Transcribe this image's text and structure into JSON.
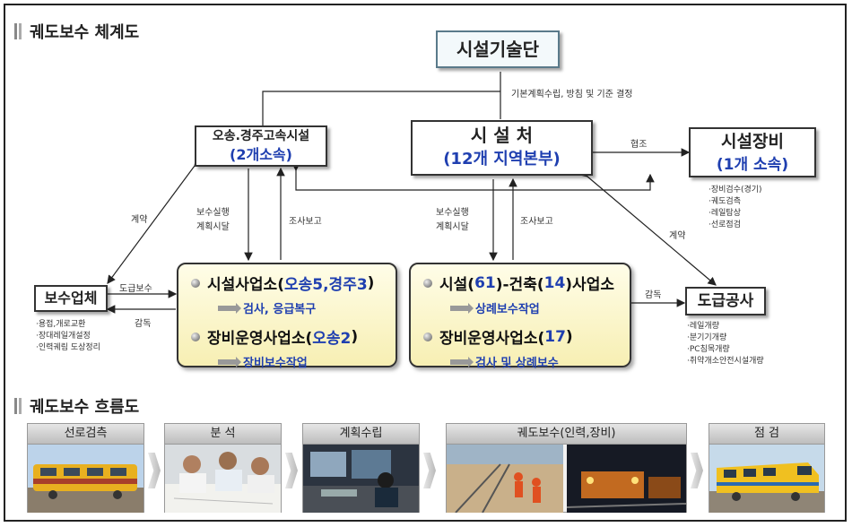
{
  "titles": {
    "system": "궤도보수 체계도",
    "flow": "궤도보수 흐름도"
  },
  "top": {
    "label": "시설기술단"
  },
  "labels": {
    "policy": "기본계획수립, 방침 및 기준 결정",
    "cooperation": "협조",
    "contract_left": "계약",
    "contract_right": "계약",
    "maint_plan_left_1": "보수실행",
    "maint_plan_left_2": "계획시달",
    "survey_left": "조사보고",
    "maint_plan_mid_1": "보수실행",
    "maint_plan_mid_2": "계획시달",
    "survey_mid": "조사보고",
    "dogeup_bosu": "도급보수",
    "supervise_left": "감독",
    "supervise_right": "감독"
  },
  "osong": {
    "line1": "오송.경주고속시설",
    "line2": "(2개소속)"
  },
  "siseolcheo": {
    "line1": "시 설 처",
    "line2": "(12개 지역본부)"
  },
  "equipment": {
    "line1": "시설장비",
    "line2": "(1개 소속)",
    "bullets": [
      "·장비검수(경기)",
      "·궤도검측",
      "·레일탐상",
      "·선로점검"
    ]
  },
  "contractor": {
    "label": "보수업체",
    "bullets": [
      "·용접,개로교환",
      "·장대레일개설정",
      "·인력궤림 도상정리"
    ]
  },
  "left_center": {
    "item1_a": "시설사업소(",
    "item1_b": "오송5,경주3",
    "item1_c": ")",
    "item1_sub": "검사, 응급복구",
    "item2_a": "장비운영사업소(",
    "item2_b": "오송2",
    "item2_c": ")",
    "item2_sub": "장비보수작업"
  },
  "right_center": {
    "item1_a": "시설(",
    "item1_b": "61",
    "item1_c": ")-건축(",
    "item1_d": "14",
    "item1_e": ")사업소",
    "item1_sub": "상례보수작업",
    "item2_a": "장비운영사업소(",
    "item2_b": "17",
    "item2_c": ")",
    "item2_sub": "검사 및 상례보수"
  },
  "dogeup": {
    "label": "도급공사",
    "bullets": [
      "·레일개량",
      "·분기기개량",
      "·PC침목개량",
      "·취약개소안전시설개량"
    ]
  },
  "flow": [
    {
      "label": "선로검측",
      "image": "track-inspection-car-photo"
    },
    {
      "label": "분 석",
      "image": "engineers-reviewing-plans-photo"
    },
    {
      "label": "계획수립",
      "image": "office-worker-at-computer-photo"
    },
    {
      "label": "궤도보수(인력,장비)",
      "image": "track-maintenance-crew-photo"
    },
    {
      "label": "점 검",
      "image": "yellow-inspection-locomotive-photo"
    }
  ]
}
